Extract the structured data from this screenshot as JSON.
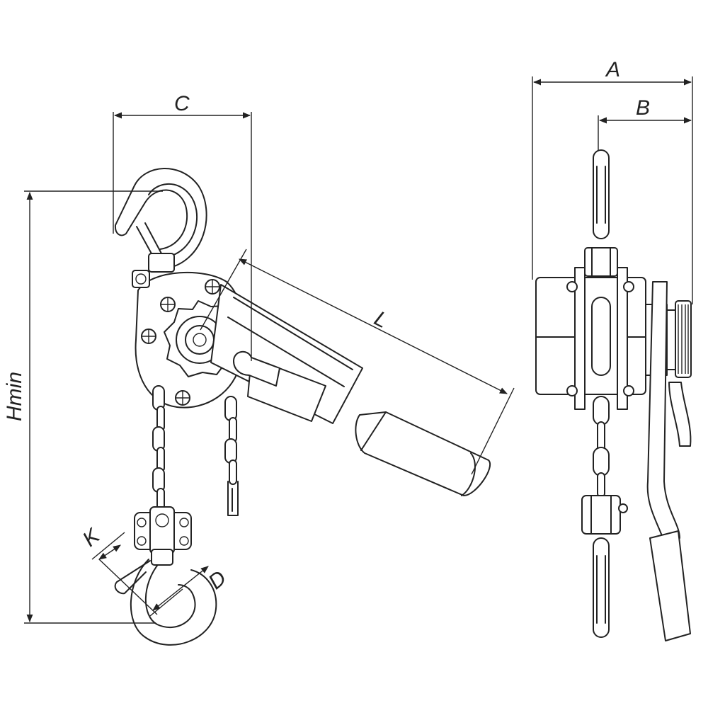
{
  "dimensions": {
    "a": "A",
    "b": "B",
    "c": "C",
    "l": "L",
    "hmin": "Hmin",
    "k": "K",
    "d": "D"
  },
  "colors": {
    "line": "#222222",
    "background": "#ffffff"
  }
}
